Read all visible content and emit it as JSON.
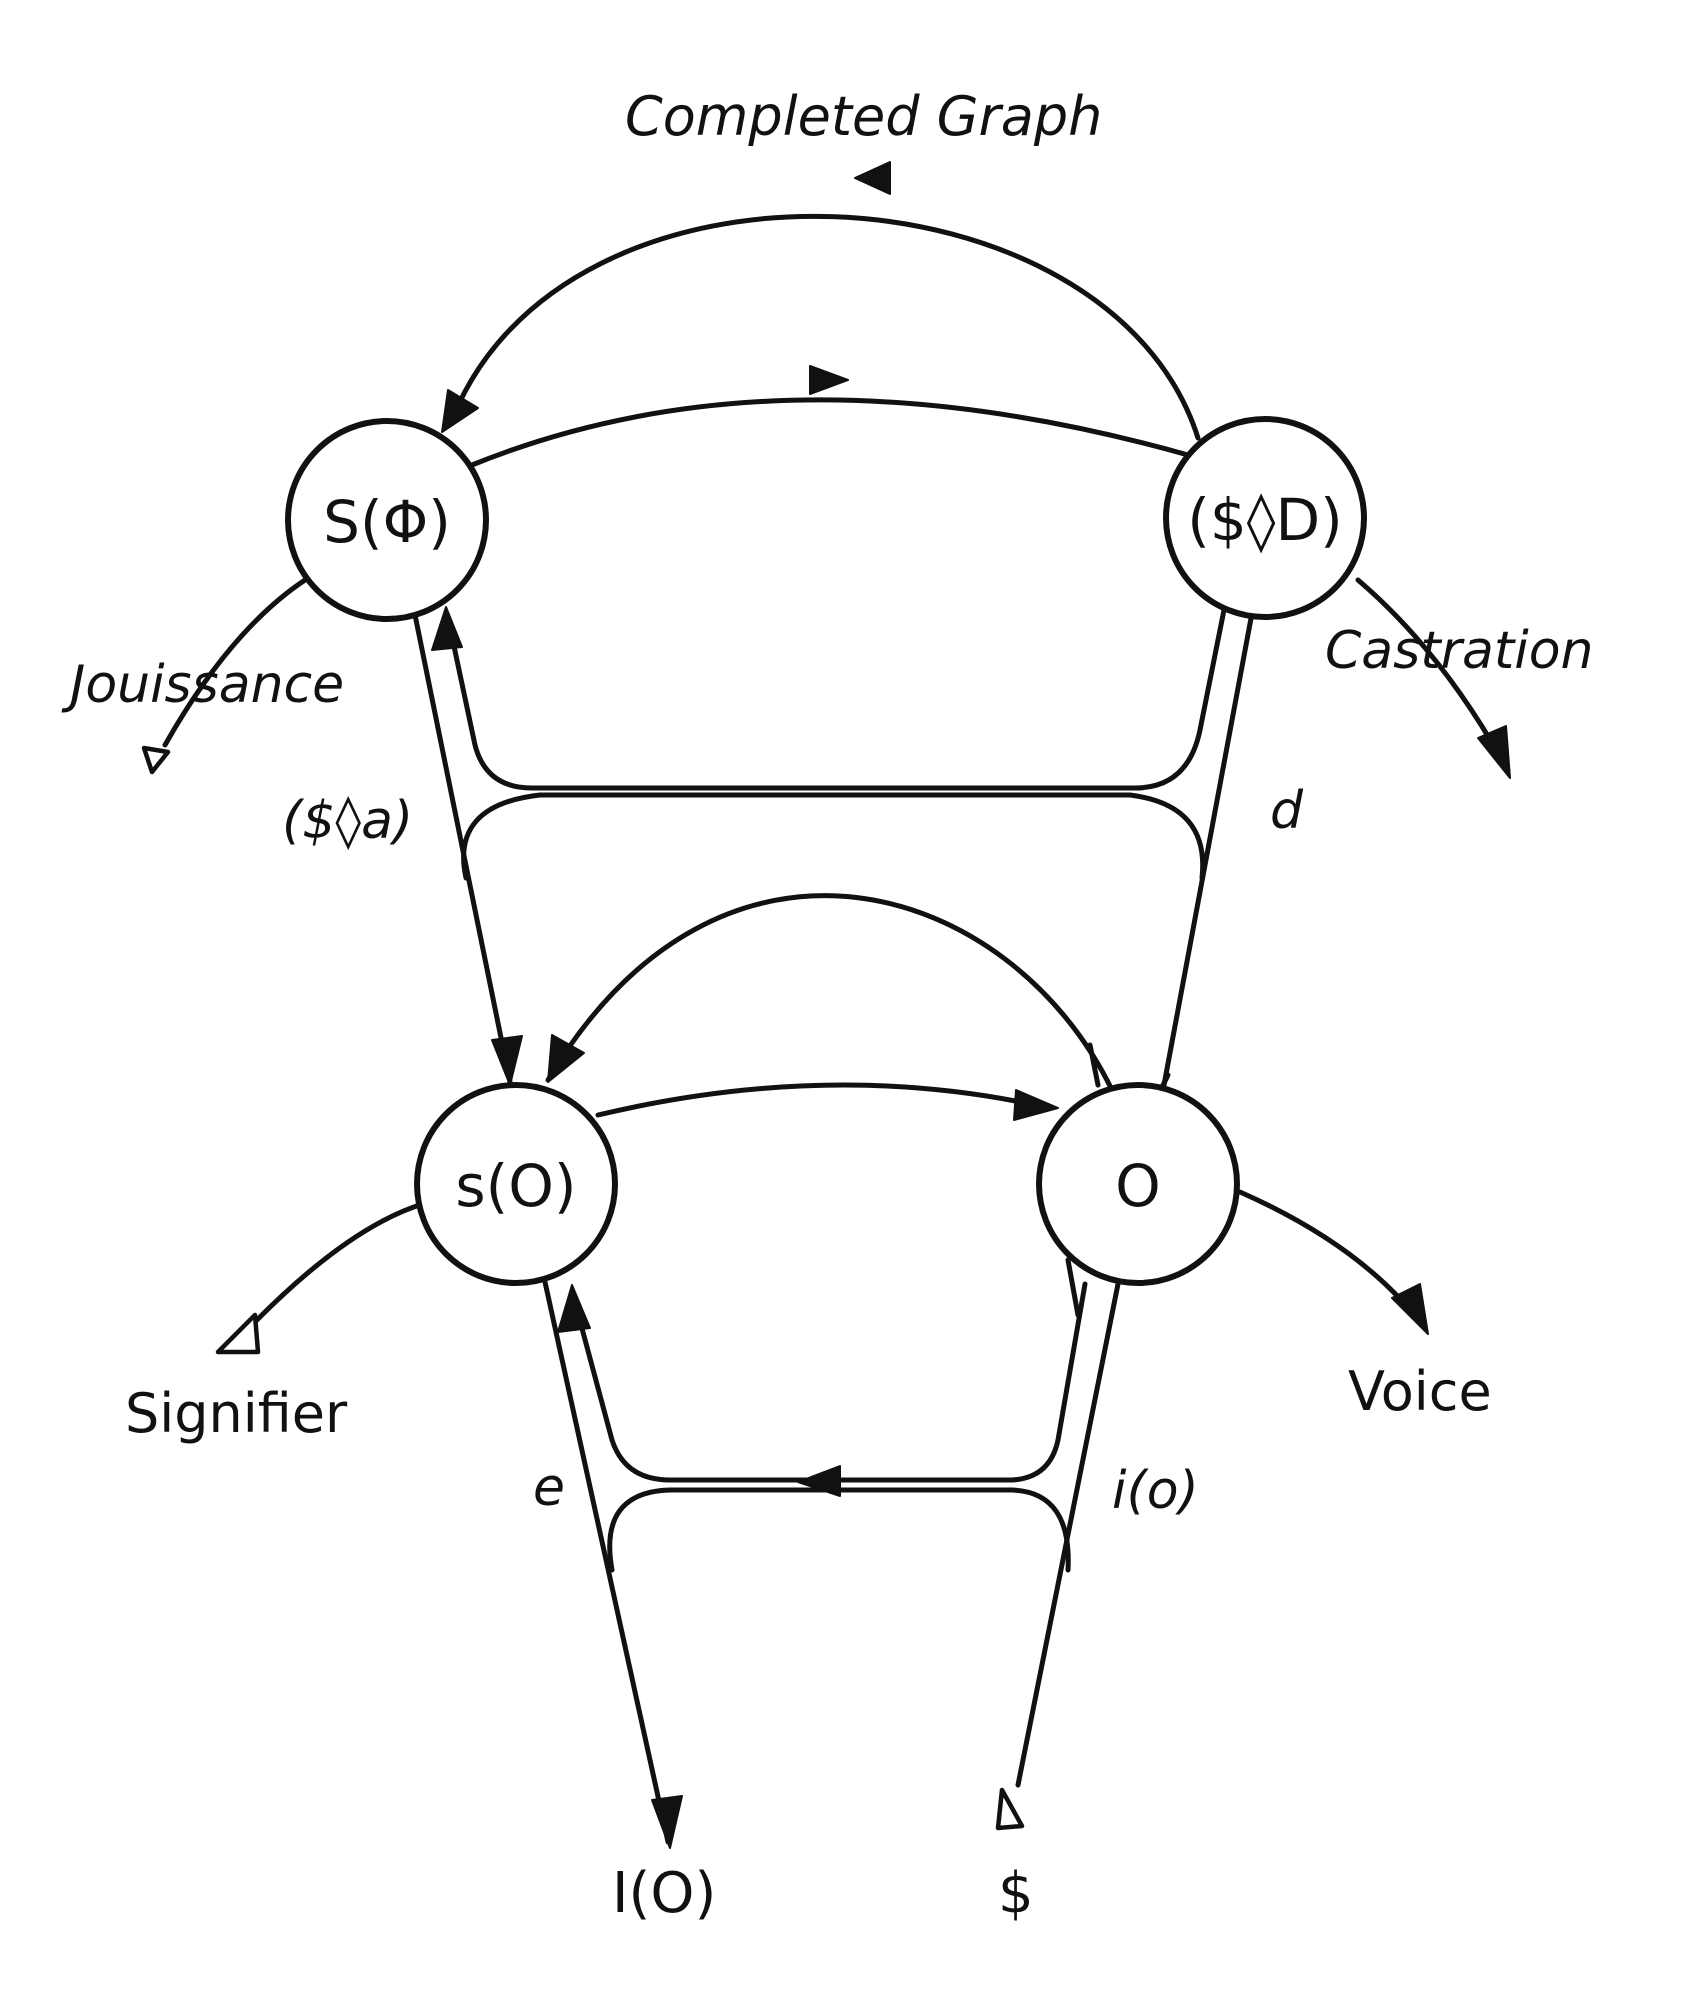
{
  "title": "Completed Graph",
  "nodes": {
    "s_phi": "S(Φ)",
    "s_barred_d": "($◊D)",
    "s_o": "s(O)",
    "o": "O"
  },
  "labels": {
    "jouissance": "Jouissance",
    "castration": "Castration",
    "barred_s_a": "($◊a)",
    "d": "d",
    "signifier": "Signifier",
    "voice": "Voice",
    "e": "e",
    "i_o": "i(o)",
    "i_big_o": "I(O)",
    "barred_s": "$"
  },
  "colors": {
    "ink": "#111111",
    "paper": "#ffffff"
  }
}
